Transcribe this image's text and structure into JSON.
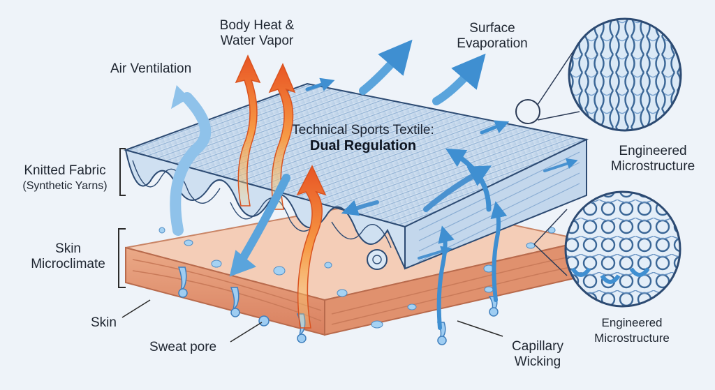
{
  "title": {
    "line1": "Technical Sports Textile:",
    "line2": "Dual Regulation"
  },
  "labels": {
    "air_ventilation": "Air Ventilation",
    "body_heat_line1": "Body Heat &",
    "body_heat_line2": "Water Vapor",
    "surface_evap_line1": "Surface",
    "surface_evap_line2": "Evaporation",
    "knitted_fabric_line1": "Knitted Fabric",
    "knitted_fabric_line2": "(Synthetic Yarns)",
    "skin_micro_line1": "Skin",
    "skin_micro_line2": "Microclimate",
    "skin": "Skin",
    "sweat_pore": "Sweat pore",
    "capillary_line1": "Capillary",
    "capillary_line2": "Wicking",
    "eng_micro_top_line1": "Engineered",
    "eng_micro_top_line2": "Microstructure",
    "eng_micro_bottom_line1": "Engineered",
    "eng_micro_bottom_line2": "Microstructure"
  },
  "colors": {
    "background": "#eef3f9",
    "fabric": "#c9dbee",
    "fabric_outline": "#2c4a72",
    "skin_top": "#f2c6ac",
    "skin_side": "#e39a78",
    "heat_arrow": "#ee6a2b",
    "air_arrow": "#5aa4dc",
    "droplet": "#9ccbf0"
  }
}
